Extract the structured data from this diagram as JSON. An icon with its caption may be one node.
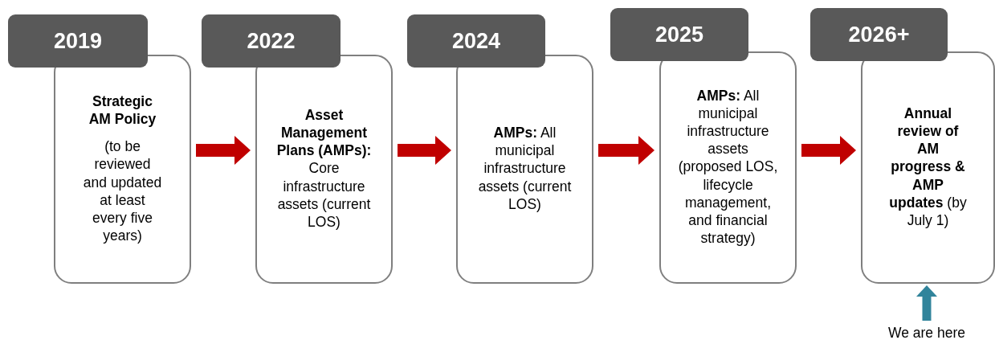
{
  "diagram": {
    "nodes": [
      {
        "text": [
          "2019",
          "**Strategic AM Policy**",
          "(to be reviewed and updated at least every five years)"
        ]
      },
      {
        "text": [
          "2022",
          "**Asset Management Plans (AMPs):** Core infrastructure assets (current LOS)"
        ]
      },
      {
        "text": [
          "2024",
          "**AMPs:** All municipal infrastructure assets (current LOS)"
        ]
      },
      {
        "text": [
          "2025",
          "**AMPs:** All municipal infrastructure assets (proposed LOS, lifecycle management, and financial strategy)"
        ]
      },
      {
        "text": [
          "2026+",
          "**Annual review of AM progress & AMP updates** (by July 1)"
        ]
      },
      {
        "text": [
          "We are here"
        ]
      }
    ],
    "edges": [
      {
        "from": 0,
        "to": 1,
        "arrow": "to"
      },
      {
        "from": 1,
        "to": 2,
        "arrow": "to"
      },
      {
        "from": 2,
        "to": 3,
        "arrow": "to"
      },
      {
        "from": 3,
        "to": 4,
        "arrow": "to"
      },
      {
        "from": 5,
        "to": 4,
        "arrow": "to",
        "color": "#31849b"
      }
    ]
  }
}
